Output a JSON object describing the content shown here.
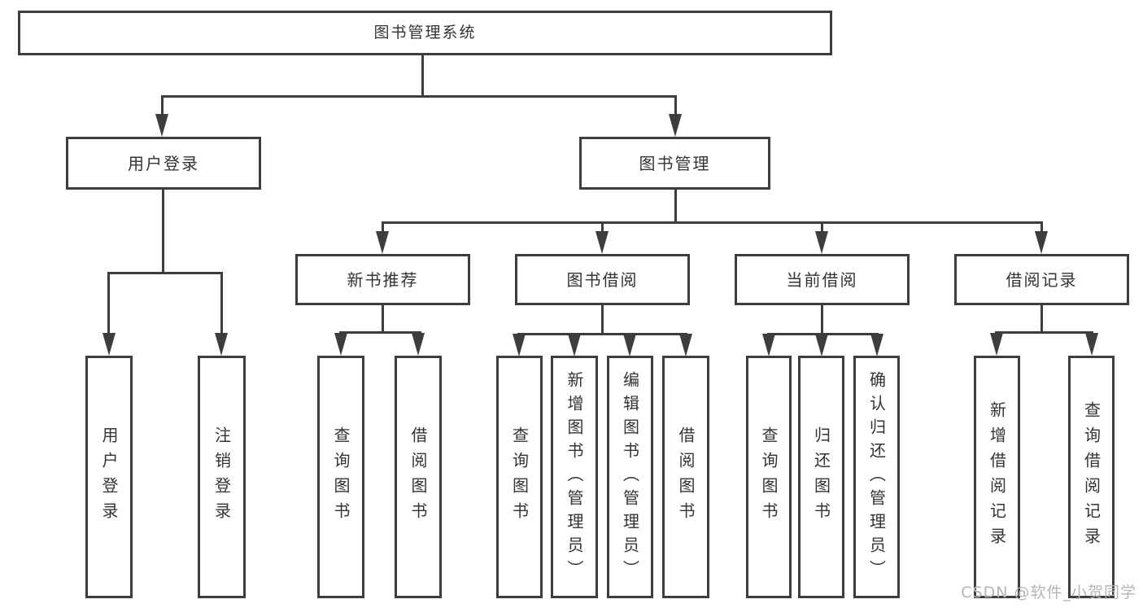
{
  "diagram": {
    "type": "hierarchy-tree",
    "orientation": "top-down",
    "tree": {
      "root": {
        "label": "图书管理系统",
        "children": [
          {
            "label": "用户登录",
            "children": [
              {
                "label": "用户登录"
              },
              {
                "label": "注销登录"
              }
            ]
          },
          {
            "label": "图书管理",
            "children": [
              {
                "label": "新书推荐",
                "children": [
                  {
                    "label": "查询图书"
                  },
                  {
                    "label": "借阅图书"
                  }
                ]
              },
              {
                "label": "图书借阅",
                "children": [
                  {
                    "label": "查询图书"
                  },
                  {
                    "label": "新增图书（管理员）"
                  },
                  {
                    "label": "编辑图书（管理员）"
                  },
                  {
                    "label": "借阅图书"
                  }
                ]
              },
              {
                "label": "当前借阅",
                "children": [
                  {
                    "label": "查询图书"
                  },
                  {
                    "label": "归还图书"
                  },
                  {
                    "label": "确认归还（管理员）"
                  }
                ]
              },
              {
                "label": "借阅记录",
                "children": [
                  {
                    "label": "新增借阅记录"
                  },
                  {
                    "label": "查询借阅记录"
                  }
                ]
              }
            ]
          }
        ]
      }
    }
  },
  "watermark": {
    "text": "CSDN @软件_小贺同学",
    "color": "#b4b4b4"
  },
  "colors": {
    "line": "#3d3d3d",
    "box_border": "#3d3d3d",
    "text": "#333333",
    "background": "#ffffff"
  }
}
